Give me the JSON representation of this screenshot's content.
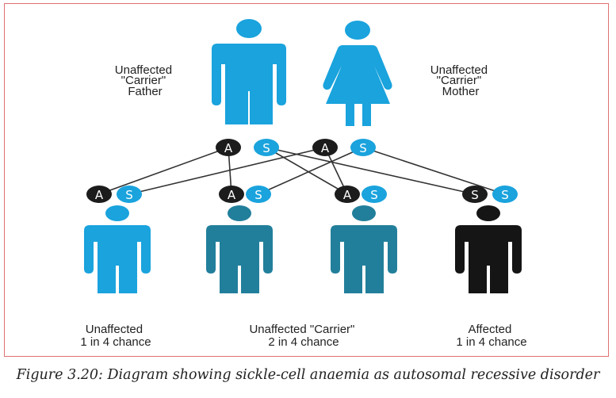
{
  "colors": {
    "unaffected": "#1aa3dd",
    "carrier": "#227f9b",
    "affected": "#151515",
    "dominant_allele": "#1c1c1c",
    "recessive_allele": "#1aa3dd",
    "line": "#333333",
    "frame": "#e07070"
  },
  "parents": [
    {
      "id": "father",
      "figure": "man",
      "status": "unaffected",
      "label": [
        "Unaffected",
        "\"Carrier\"",
        "Father"
      ],
      "alleles": [
        "A",
        "S"
      ]
    },
    {
      "id": "mother",
      "figure": "woman",
      "status": "unaffected",
      "label": [
        "Unaffected",
        "\"Carrier\"",
        "Mother"
      ],
      "alleles": [
        "A",
        "S"
      ]
    }
  ],
  "children": [
    {
      "id": "child-1",
      "status": "unaffected",
      "alleles": [
        "A",
        "S"
      ]
    },
    {
      "id": "child-2",
      "status": "carrier",
      "alleles": [
        "A",
        "S"
      ]
    },
    {
      "id": "child-3",
      "status": "carrier",
      "alleles": [
        "A",
        "S"
      ]
    },
    {
      "id": "child-4",
      "status": "affected",
      "alleles": [
        "S",
        "S"
      ]
    }
  ],
  "outcomes": [
    {
      "id": "unaffected",
      "label": [
        "Unaffected",
        "1 in 4 chance"
      ]
    },
    {
      "id": "carrier",
      "label": [
        "Unaffected \"Carrier\"",
        "2 in 4 chance"
      ]
    },
    {
      "id": "affected",
      "label": [
        "Affected",
        "1 in 4 chance"
      ]
    }
  ],
  "caption": "Figure 3.20: Diagram showing sickle-cell anaemia as autosomal recessive disorder"
}
